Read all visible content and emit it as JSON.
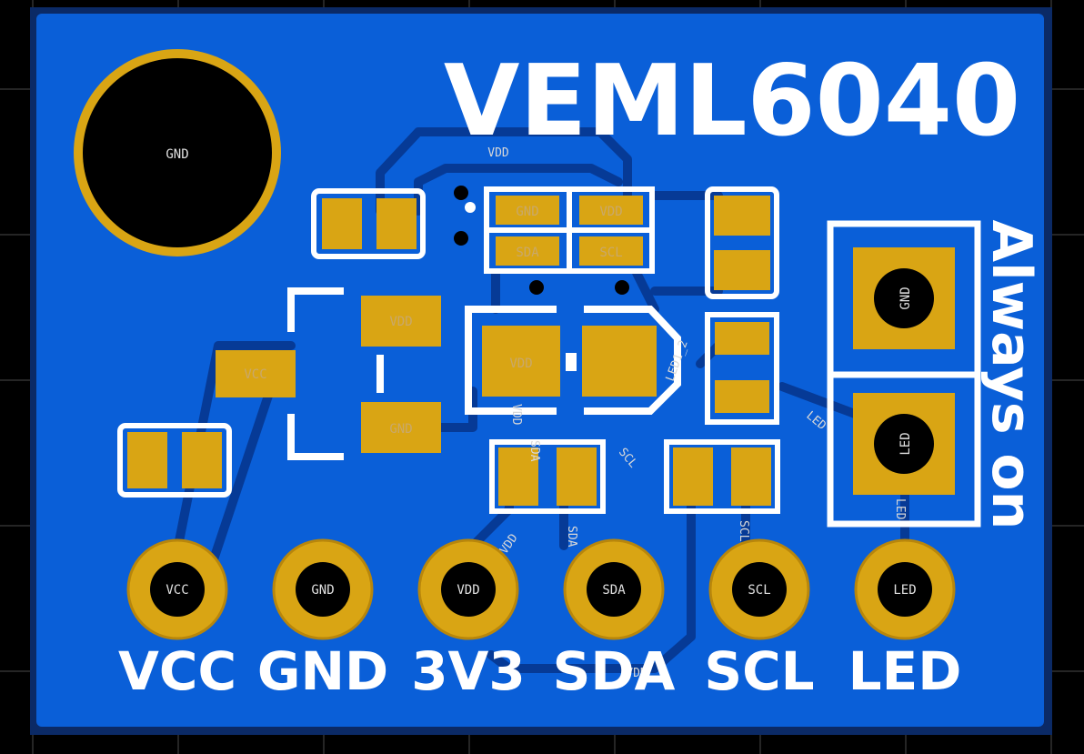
{
  "board": {
    "title": "VEML6040",
    "side_label": "Always on",
    "colors": {
      "background": "#000000",
      "grid": "#4a4a4a",
      "board_edge": "#0b2a66",
      "copper_fill": "#0a5fd8",
      "trace": "#063a96",
      "pad": "#d9a514",
      "pad_ring_dark": "#b8860b",
      "silkscreen": "#ffffff",
      "drill": "#000000"
    }
  },
  "header_pins": [
    {
      "net": "VCC",
      "silk": "VCC"
    },
    {
      "net": "GND",
      "silk": "GND"
    },
    {
      "net": "VDD",
      "silk": "3V3"
    },
    {
      "net": "SDA",
      "silk": "SDA"
    },
    {
      "net": "SCL",
      "silk": "SCL"
    },
    {
      "net": "LED",
      "silk": "LED"
    }
  ],
  "mounting_hole": {
    "net": "GND"
  },
  "led_header": {
    "pin1": "GND",
    "pin2": "LED"
  },
  "sensor_pads": {
    "top_left": "GND",
    "top_right": "VDD",
    "bottom_left": "SDA",
    "bottom_right": "SCL"
  },
  "regulator_pads": {
    "in": "VDD",
    "gnd": "GND",
    "out": "VCC"
  },
  "led_part": {
    "pad1": "VDD",
    "refdes": "LED1_2"
  },
  "net_labels": {
    "vdd_top": "VDD",
    "vdd_vert": "VDD",
    "sda_vert": "SDA",
    "scl_diag": "SCL",
    "led_diag": "LED",
    "led_vert": "LED",
    "vdd_diag": "VDD",
    "sda_low": "SDA",
    "scl_low": "SCL",
    "vdd_bottom": "VDD"
  }
}
